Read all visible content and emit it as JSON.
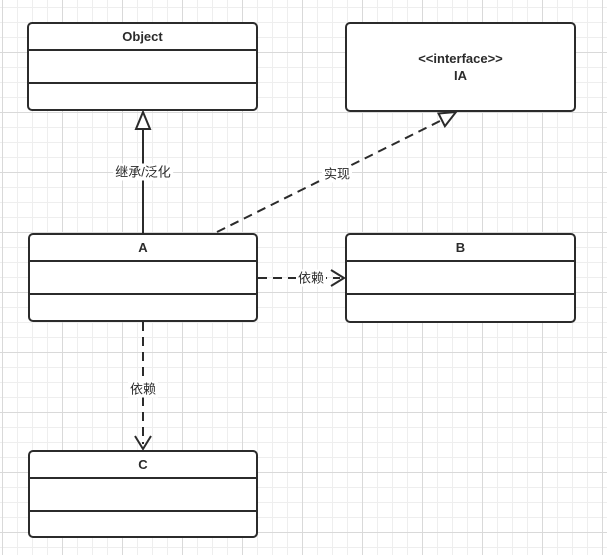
{
  "diagram": {
    "classes": [
      {
        "name": "Object"
      },
      {
        "stereotype": "<<interface>>",
        "name": "IA"
      },
      {
        "name": "A"
      },
      {
        "name": "B"
      },
      {
        "name": "C"
      }
    ],
    "relations": [
      {
        "from": "A",
        "to": "Object",
        "type": "generalization",
        "line": "solid",
        "arrowhead": "hollow-triangle",
        "label": "继承/泛化"
      },
      {
        "from": "A",
        "to": "IA",
        "type": "realization",
        "line": "dashed",
        "arrowhead": "hollow-triangle",
        "label": "实现"
      },
      {
        "from": "A",
        "to": "B",
        "type": "dependency",
        "line": "dashed",
        "arrowhead": "open-arrow",
        "label": "依赖"
      },
      {
        "from": "A",
        "to": "C",
        "type": "dependency",
        "line": "dashed",
        "arrowhead": "open-arrow",
        "label": "依赖"
      }
    ],
    "colors": {
      "stroke": "#2b2b2b",
      "box_fill": "#ffffff",
      "canvas_bg": "#ffffff",
      "grid_minor": "#eeeeee",
      "grid_major": "#d9d9d9"
    }
  }
}
